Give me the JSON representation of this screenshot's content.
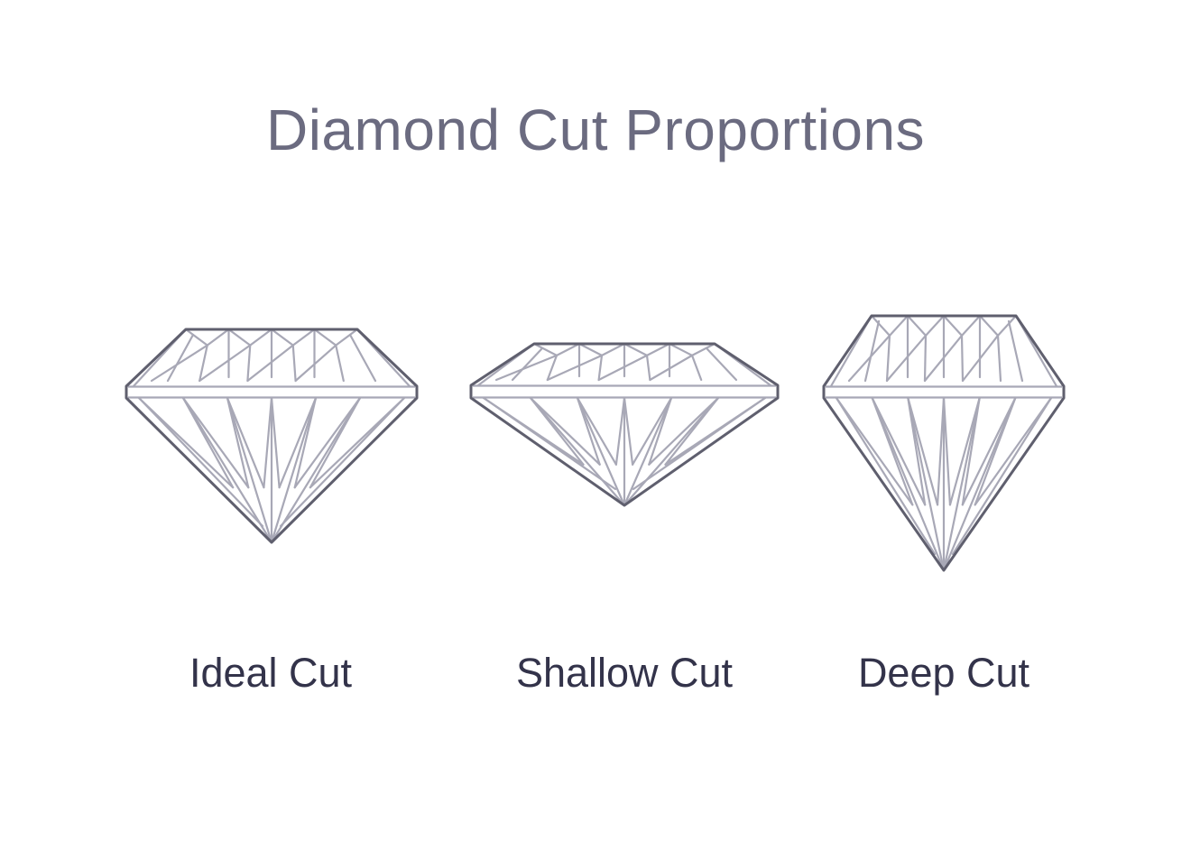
{
  "title": "Diamond Cut Proportions",
  "diamonds": [
    {
      "label": "Ideal Cut"
    },
    {
      "label": "Shallow Cut"
    },
    {
      "label": "Deep Cut"
    }
  ],
  "colors": {
    "title": "#6b6b80",
    "caption": "#33334a",
    "outline": "#5f5f6e",
    "facet": "#a8a8b6"
  }
}
